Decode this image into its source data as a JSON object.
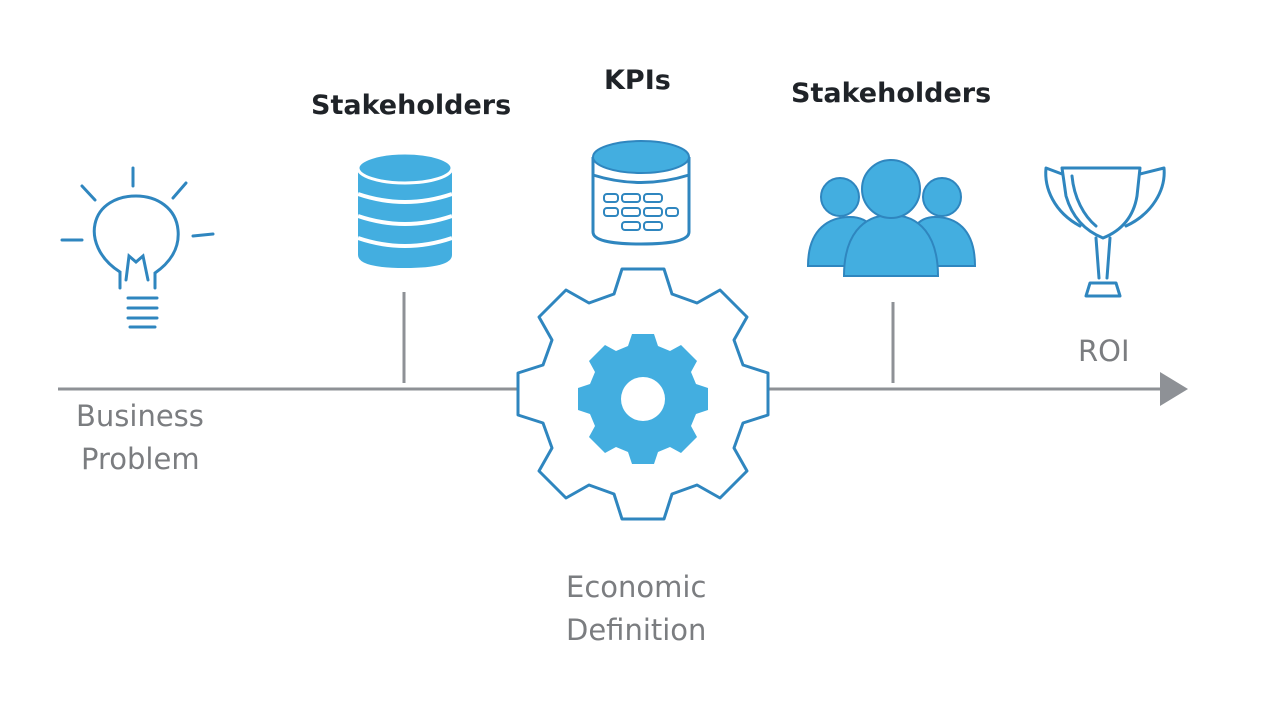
{
  "colors": {
    "accent": "#43aee0",
    "outline": "#2f86bf",
    "timeline": "#8e9196",
    "label_dark": "#1f2328",
    "label_grey": "#7b7d80"
  },
  "labels": {
    "stakeholders_left": "Stakeholders",
    "kpis": "KPIs",
    "stakeholders_right": "Stakeholders",
    "roi": "ROI",
    "business_problem": [
      "Business",
      "Problem"
    ],
    "economic_definition": [
      "Economic",
      "Definition"
    ]
  },
  "icons": [
    "lightbulb-icon",
    "database-stack-icon",
    "kpi-database-icon",
    "people-group-icon",
    "trophy-icon",
    "gear-icon"
  ]
}
